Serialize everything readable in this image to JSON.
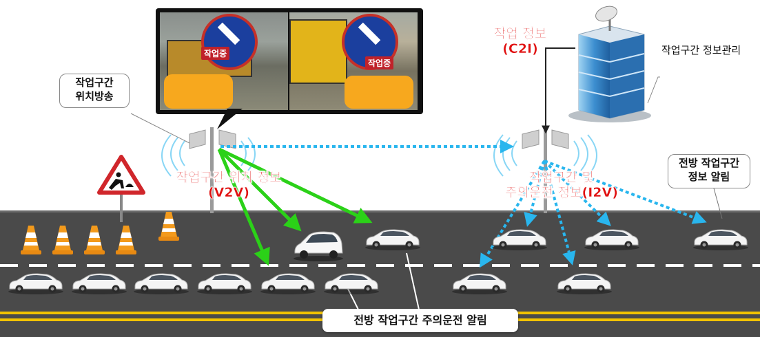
{
  "labels": {
    "work_zone_location_broadcast": [
      "작업구간",
      "위치방송"
    ],
    "work_zone_info_management": "작업구간 정보관리",
    "work_info_c2i": [
      "작업 정보",
      "(C2I)"
    ],
    "work_zone_location_v2v": [
      "작업구간 위치 정보",
      "(V2V)"
    ],
    "work_zone_caution_i2v": [
      "작업구간 및",
      "주의운전 정보(I2V)"
    ],
    "forward_work_zone_alert": [
      "전방 작업구간",
      "정보 알림"
    ],
    "forward_caution_alert": "전방 작업구간 주의운전 알림"
  },
  "photo": {
    "left_sign_text": "작업중",
    "right_sign_text": "작업중"
  },
  "colors": {
    "v2v_arrow": "#2bd118",
    "i2v_arrow": "#29b6ee",
    "label_red": "#e01010",
    "road": "#4a4a4a",
    "center_line": "#f2c200",
    "cone_orange": "#f39a1c"
  },
  "icons": [
    "road-work-sign-icon",
    "traffic-cone-icon",
    "car-icon",
    "antenna-icon",
    "building-icon",
    "satellite-dish-icon"
  ]
}
